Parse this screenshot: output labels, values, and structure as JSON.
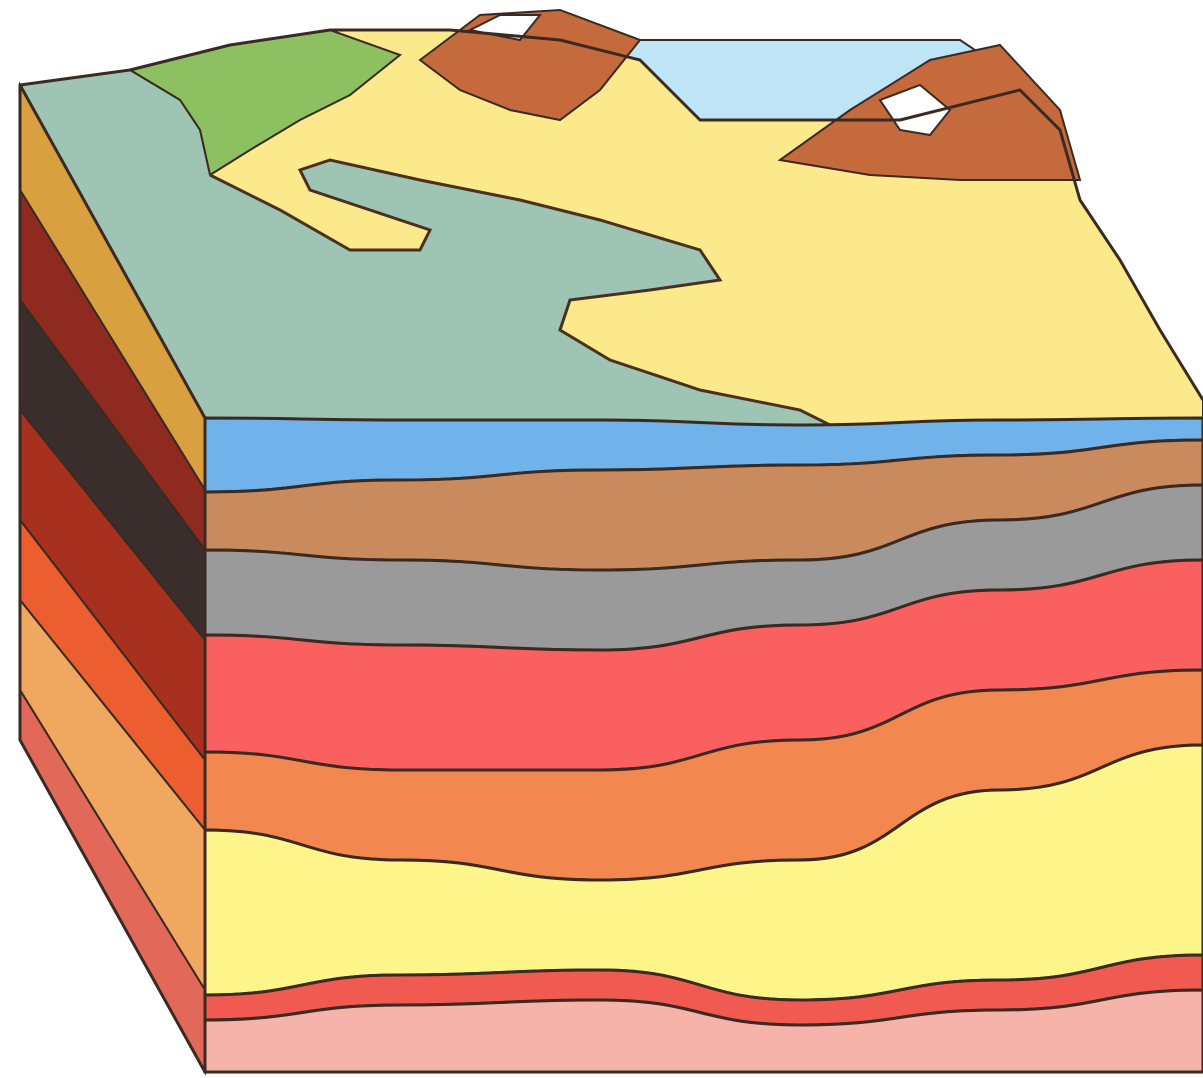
{
  "diagram": {
    "type": "block-diagram",
    "subject": "sedimentary-rock-layers",
    "front_layers": [
      {
        "id": "water",
        "color": "#6fb3ea"
      },
      {
        "id": "brown-clay",
        "color": "#c98a5e"
      },
      {
        "id": "gray-shale",
        "color": "#9a9a9a"
      },
      {
        "id": "red-sandstone",
        "color": "#fa6060"
      },
      {
        "id": "orange-siltstone",
        "color": "#f2884f"
      },
      {
        "id": "yellow-sandstone",
        "color": "#fdf58a"
      },
      {
        "id": "thin-red",
        "color": "#f05a50"
      },
      {
        "id": "pink-base",
        "color": "#f6b3aa"
      }
    ],
    "side_layers": [
      {
        "id": "side-yellow",
        "color": "#d9a040"
      },
      {
        "id": "side-darkred",
        "color": "#8e2a20"
      },
      {
        "id": "side-dark",
        "color": "#3a2e2c"
      },
      {
        "id": "side-red",
        "color": "#a8301f"
      },
      {
        "id": "side-orange",
        "color": "#ec5d2f"
      },
      {
        "id": "side-tan",
        "color": "#f0a860"
      },
      {
        "id": "side-rose",
        "color": "#e2685a"
      }
    ],
    "surface": {
      "water_color": "#9ec4b4",
      "land_color": "#fbe98c",
      "grass_color": "#8cc060",
      "sky_color": "#bfe4f6",
      "mountain_color": "#c46a3c",
      "snow_color": "#ffffff"
    }
  }
}
